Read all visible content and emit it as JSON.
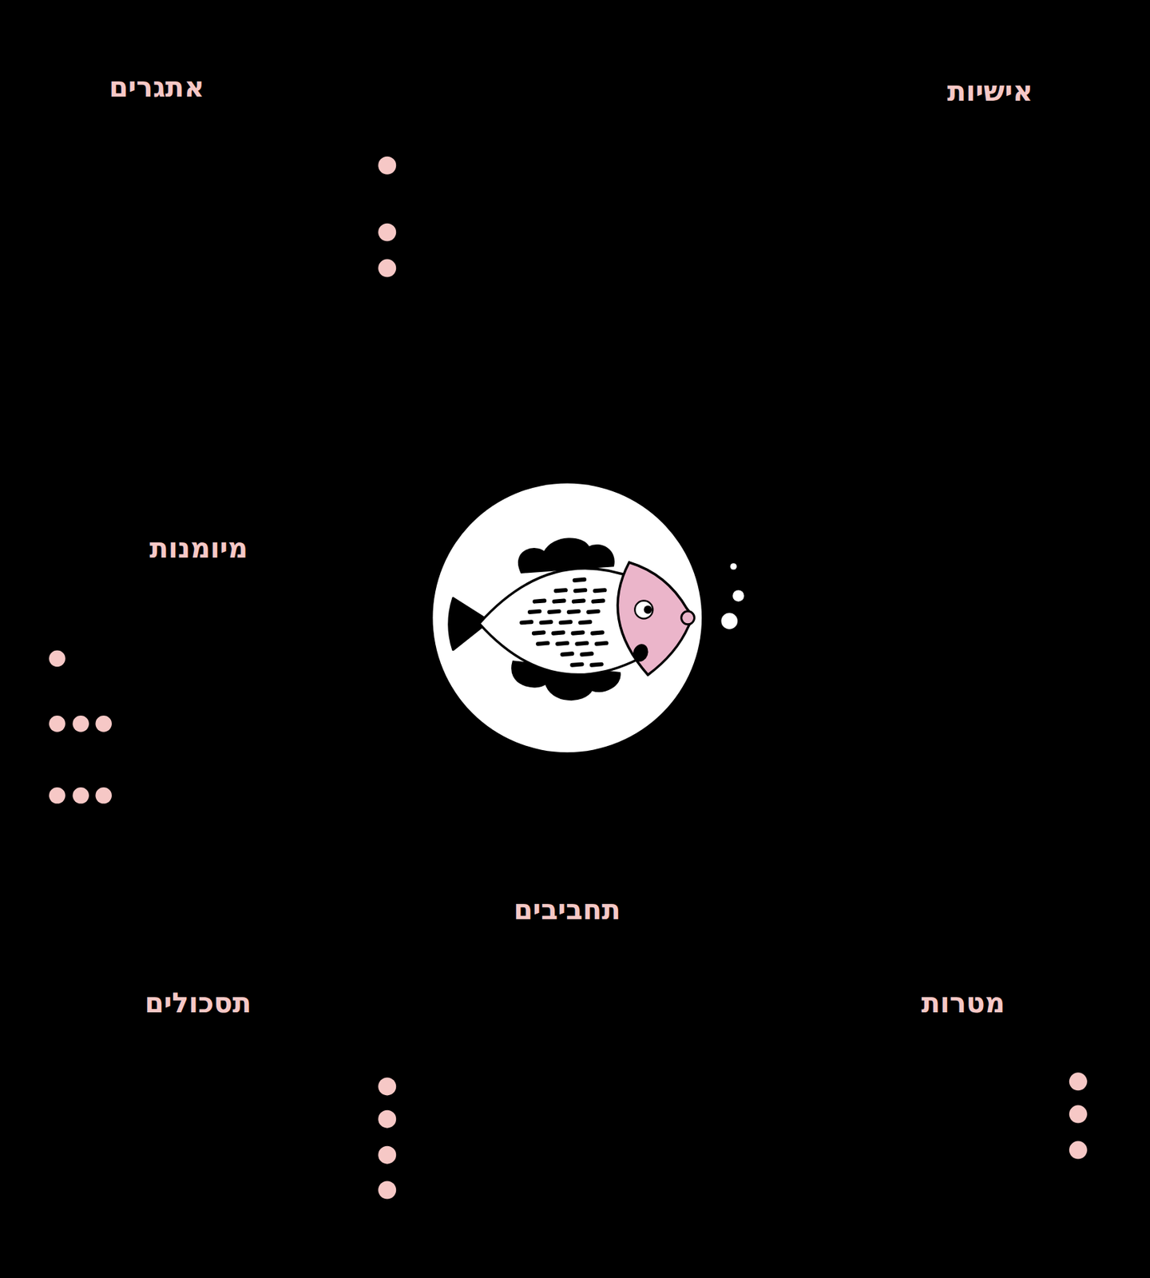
{
  "diagram": {
    "labels": [
      "אישיות",
      "אתגרים",
      "מיומנות",
      "תחביבים",
      "מטרות",
      "תסכולים"
    ]
  }
}
